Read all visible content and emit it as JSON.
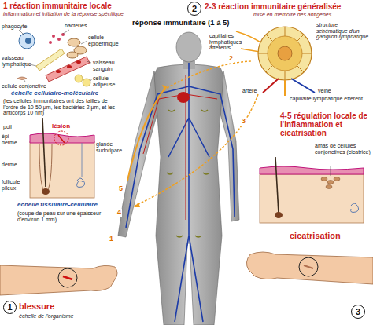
{
  "diagram": {
    "nodes": [
      {
        "text": [
          "2"
        ]
      },
      {
        "text": [
          "1"
        ]
      },
      {
        "text": [
          "3"
        ]
      }
    ],
    "labels": [
      "1 réaction immunitaire locale",
      "inflammation et initiation de la réponse spécifique",
      "phagocyte",
      "bactéries",
      "cellule épidermique",
      "vaisseau lymphatique",
      "vaisseau sanguin",
      "cellule conjonctive",
      "cellule adipeuse",
      "échelle cellulaire-moléculaire",
      "(les cellules immunitaires ont des tailles de l'ordre de 10-50 µm, les bactéries 2 µm, et les anticorps 10 nm)",
      "poil",
      "lésion",
      "glande sudoripare",
      "épi-derme",
      "derme",
      "follicule pileux",
      "échelle tissulaire-cellulaire",
      "(coupe de peau sur une épaisseur d'environ 1 mm)",
      "blessure",
      "échelle de l'organisme",
      "réponse immunitaire (1 à 5)",
      "2-3 réaction immunitaire généralisée",
      "mise en mémoire des antigènes",
      "capillaires lymphatiques afférents",
      "structure schématique d'un ganglion lymphatique",
      "artère",
      "veine",
      "capillaire lymphatique efférent",
      "4-5 régulation locale de l'inflammation et cicatrisation",
      "amas de cellules conjonctives (cicatrice)",
      "cicatrisation",
      "1",
      "2",
      "3",
      "4",
      "5"
    ]
  }
}
